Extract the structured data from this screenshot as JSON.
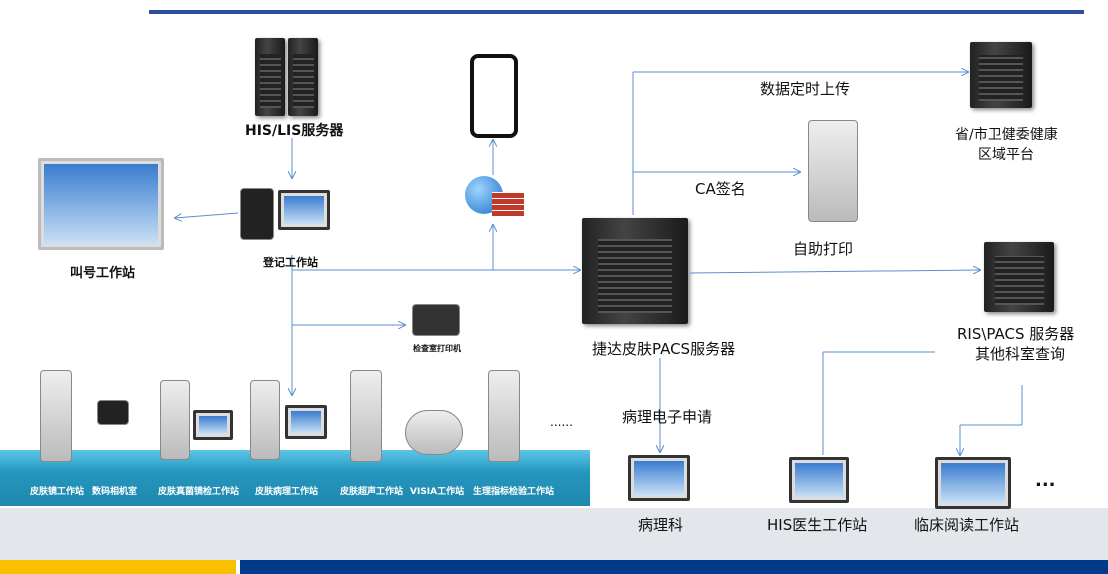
{
  "nodes": {
    "his_lis": "HIS/LIS服务器",
    "registration": "登记工作站",
    "queue": "叫号工作站",
    "printer": "检查室打印机",
    "pacs": "捷达皮肤PACS服务器",
    "upload": "数据定时上传",
    "ca": "CA签名",
    "self_print": "自助打印",
    "health_platform_1": "省/市卫健委健康",
    "health_platform_2": "区域平台",
    "ris_pacs_1": "RIS\\PACS 服务器",
    "ris_pacs_2": "其他科室查询",
    "pathology_request": "病理电子申请",
    "pathology": "病理科",
    "his_doctor": "HIS医生工作站",
    "clinical_reading": "临床阅读工作站",
    "more_ellipsis": "...",
    "platform_ellipsis": "......"
  },
  "platform_stations": [
    "皮肤镜工作站",
    "数码相机室",
    "皮肤真菌镜检工作站",
    "皮肤病理工作站",
    "皮肤超声工作站",
    "VISIA工作站",
    "生理指标检验工作站"
  ],
  "colors": {
    "line": "#5b8fd0",
    "platform": "#2596be",
    "top_bar": "#2b4f9e",
    "yellow": "#f9c000",
    "navy": "#003a8c"
  }
}
